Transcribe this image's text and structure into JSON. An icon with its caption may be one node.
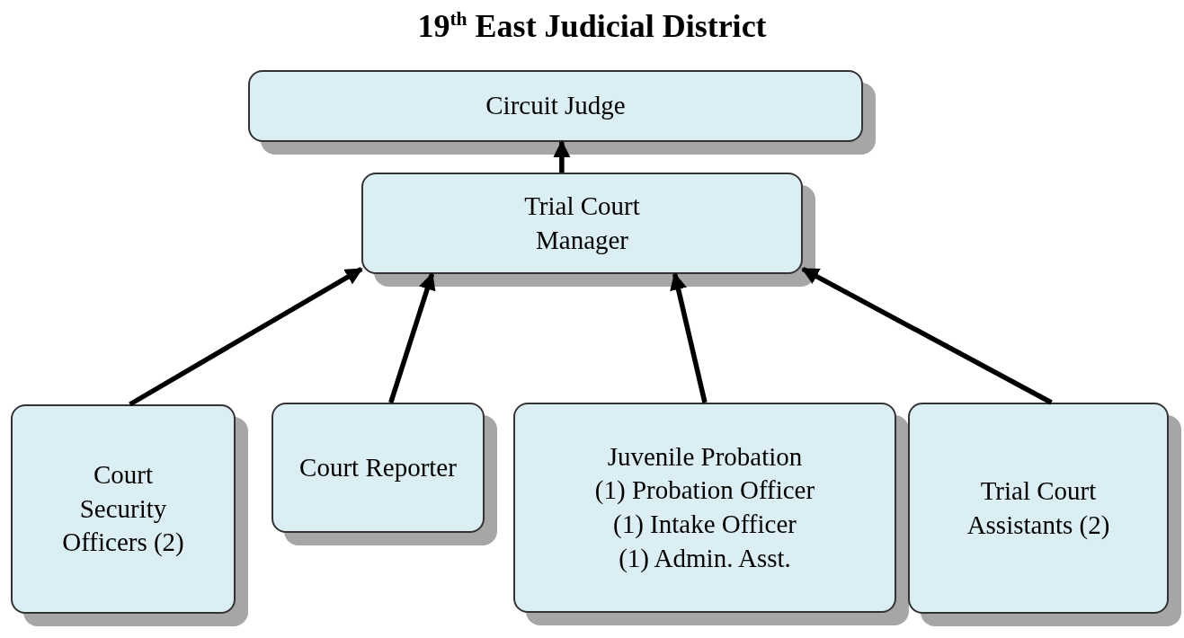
{
  "diagram": {
    "title": "19$^{th}$ East Judicial District",
    "nodes": [
      {
        "text": [
          "Circuit Judge"
        ]
      },
      {
        "text": [
          "Trial Court Manager"
        ]
      },
      {
        "text": [
          "Court Security Officers (2)"
        ]
      },
      {
        "text": [
          "Court Reporter"
        ]
      },
      {
        "text": [
          "Juvenile Probation",
          "(1) Probation Officer",
          "(1) Intake Officer",
          "(1) Admin. Asst."
        ]
      },
      {
        "text": [
          "Trial Court Assistants (2)"
        ]
      }
    ],
    "edges": [
      {
        "from": 1,
        "to": 0,
        "arrow": "to"
      },
      {
        "from": 2,
        "to": 1,
        "arrow": "to"
      },
      {
        "from": 3,
        "to": 1,
        "arrow": "to"
      },
      {
        "from": 4,
        "to": 1,
        "arrow": "to"
      },
      {
        "from": 5,
        "to": 1,
        "arrow": "to"
      }
    ]
  }
}
